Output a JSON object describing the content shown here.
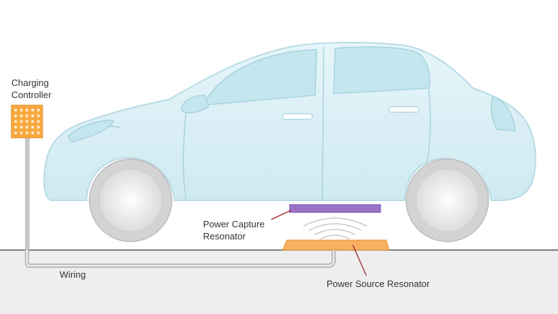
{
  "labels": {
    "charging_controller_line1": "Charging",
    "charging_controller_line2": "Controller",
    "power_capture_line1": "Power Capture",
    "power_capture_line2": "Resonator",
    "wiring": "Wiring",
    "power_source": "Power Source Resonator"
  },
  "colors": {
    "car_body": "#d9f0f6",
    "car_outline": "#b9dbe5",
    "tire": "#d3d3d3",
    "hub": "#f2f2f2",
    "controller": "#f7a940",
    "capture_pad": "#9b72c8",
    "source_pad": "#f8b060",
    "ground": "#eeeeee",
    "wire": "#b5b5b5",
    "leader_line": "#a0262a",
    "waves": "#c9c9c9"
  }
}
